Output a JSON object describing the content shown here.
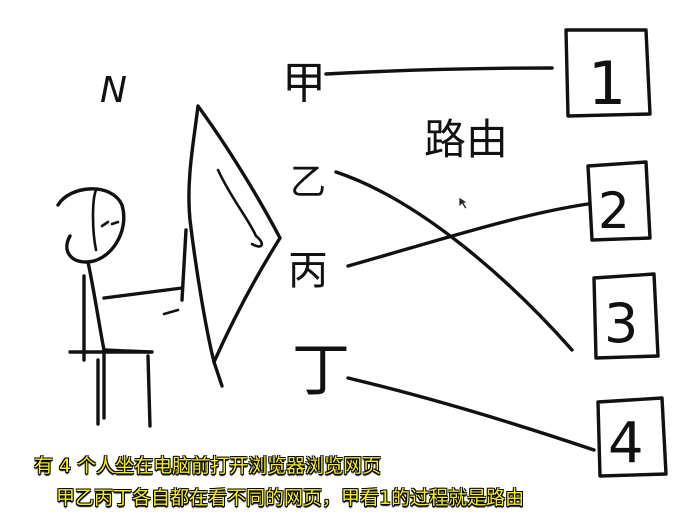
{
  "labels": {
    "n_mark": "N",
    "person_jia": "甲",
    "person_yi": "乙",
    "person_bing": "丙",
    "person_ding": "丁",
    "routing": "路由",
    "page_1": "1",
    "page_2": "2",
    "page_3": "3",
    "page_4": "4"
  },
  "subtitles": {
    "line1": "有 4 个人坐在电脑前打开浏览器浏览网页",
    "line2": "甲乙丙丁各自都在看不同的网页，甲看1的过程就是路由"
  },
  "colors": {
    "ink": "#111111",
    "subtitle_text": "#f4ee1c",
    "subtitle_outline": "#000000",
    "background": "#ffffff"
  },
  "connections": [
    {
      "from": "甲",
      "to": "1"
    },
    {
      "from": "乙",
      "to": "3"
    },
    {
      "from": "丙",
      "to": "2"
    },
    {
      "from": "丁",
      "to": "4"
    }
  ]
}
